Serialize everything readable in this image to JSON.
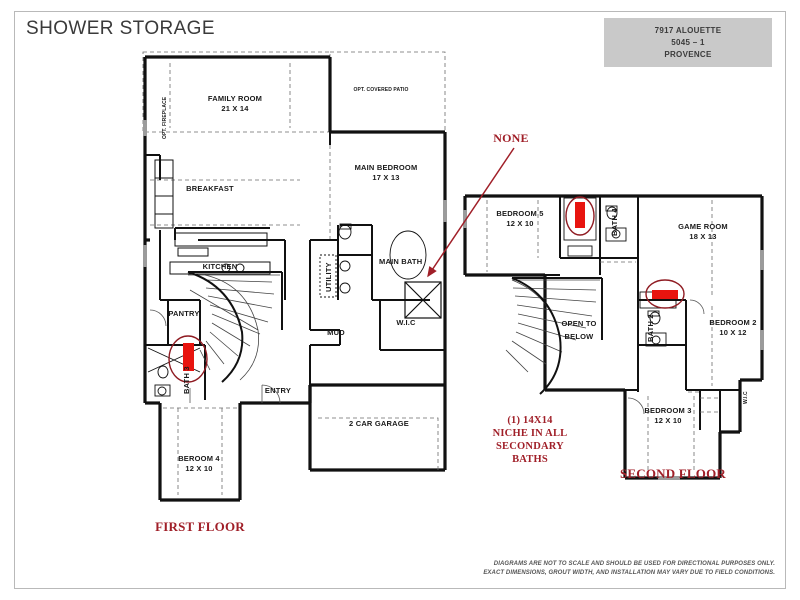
{
  "document": {
    "title": "SHOWER STORAGE",
    "title_block": {
      "line1": "7917 ALOUETTE",
      "line2": "5045 – 1",
      "line3": "PROVENCE"
    },
    "disclaimer_line1": "DIAGRAMS ARE NOT TO SCALE AND SHOULD BE USED FOR DIRECTIONAL PURPOSES ONLY.",
    "disclaimer_line2": "EXACT DIMENSIONS, GROUT WIDTH, AND INSTALLATION MAY VARY DUE TO FIELD CONDITIONS."
  },
  "colors": {
    "annotation_red": "#a01f28",
    "highlight_red": "#e11b1b",
    "wall_black": "#111111",
    "title_block_gray": "#c9c9c9",
    "frame_gray": "#b9b9b9"
  },
  "annotations": {
    "none_callout": "NONE",
    "niche_note_line1": "(1) 14X14",
    "niche_note_line2": "NICHE IN ALL",
    "niche_note_line3": "SECONDARY",
    "niche_note_line4": "BATHS",
    "first_floor_label": "FIRST FLOOR",
    "second_floor_label": "SECOND FLOOR"
  },
  "first_floor": {
    "name": "FIRST FLOOR",
    "rooms": [
      {
        "name": "FAMILY ROOM",
        "dims": "21 X 14"
      },
      {
        "name": "BREAKFAST",
        "dims": ""
      },
      {
        "name": "KITCHEN",
        "dims": ""
      },
      {
        "name": "PANTRY",
        "dims": ""
      },
      {
        "name": "MAIN BEDROOM",
        "dims": "17 X 13"
      },
      {
        "name": "MAIN BATH",
        "dims": ""
      },
      {
        "name": "UTILITY",
        "dims": ""
      },
      {
        "name": "MUD",
        "dims": ""
      },
      {
        "name": "W.I.C",
        "dims": ""
      },
      {
        "name": "BATH 3",
        "dims": ""
      },
      {
        "name": "ENTRY",
        "dims": ""
      },
      {
        "name": "2 CAR GARAGE",
        "dims": ""
      },
      {
        "name": "BEROOM 4",
        "dims": "12 X 10"
      }
    ],
    "options": [
      {
        "label": "OPT. FIREPLACE"
      },
      {
        "label": "OPT. COVERED PATIO"
      }
    ]
  },
  "second_floor": {
    "name": "SECOND FLOOR",
    "rooms": [
      {
        "name": "BEDROOM 5",
        "dims": "12 X 10"
      },
      {
        "name": "BATH 4",
        "dims": ""
      },
      {
        "name": "GAME ROOM",
        "dims": "18 X 13"
      },
      {
        "name": "BATH 2",
        "dims": ""
      },
      {
        "name": "BEDROOM 2",
        "dims": "10 X 12"
      },
      {
        "name": "OPEN TO",
        "dims": "BELOW"
      },
      {
        "name": "BEDROOM 3",
        "dims": "12 X 10"
      },
      {
        "name": "W.I.C",
        "dims": ""
      }
    ]
  },
  "highlights": [
    {
      "id": "bath-3-shower",
      "floor": "first",
      "room": "BATH 3"
    },
    {
      "id": "bath-4-shower",
      "floor": "second",
      "room": "BATH 4"
    },
    {
      "id": "bath-2-shower",
      "floor": "second",
      "room": "BATH 2"
    },
    {
      "id": "main-bath-shower",
      "floor": "first",
      "room": "MAIN BATH",
      "callout": "NONE"
    }
  ]
}
